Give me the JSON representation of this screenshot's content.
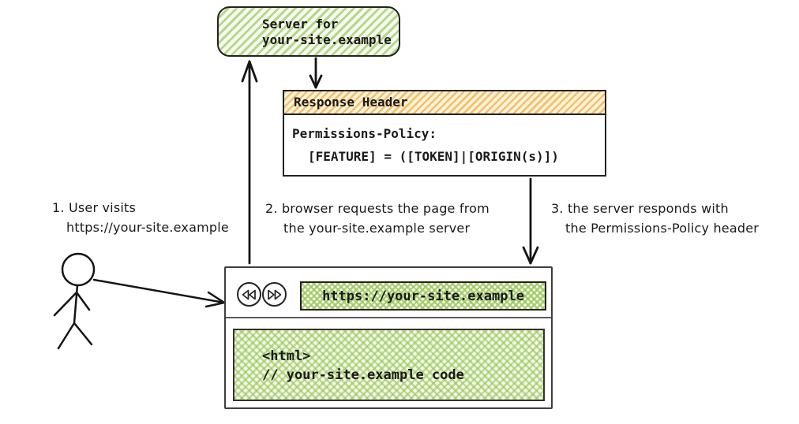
{
  "server_box": {
    "line1": "Server for",
    "line2": "your-site.example"
  },
  "response_header": {
    "title": "Response Header",
    "policy_line1": "Permissions-Policy:",
    "policy_line2": "[FEATURE] = ([TOKEN]|[ORIGIN(s)])"
  },
  "annotations": [
    {
      "line1": "1. User visits",
      "line2": "https://your-site.example"
    },
    {
      "line1": "2. browser requests the page from",
      "line2": "the your-site.example server"
    },
    {
      "line1": "3. the server responds with",
      "line2": "the Permissions-Policy header"
    }
  ],
  "browser": {
    "back_icon": "skip-back-icon",
    "forward_icon": "skip-forward-icon",
    "url": "https://your-site.example",
    "code_line1": "<html>",
    "code_line2": "// your-site.example code"
  },
  "colors": {
    "green_stripe": "#b5d78a",
    "green_bg": "#f8fbf0",
    "orange_stripe": "#f3c06b",
    "cream": "#fdf3da",
    "ink": "#1a1a1a",
    "border": "#222222"
  }
}
